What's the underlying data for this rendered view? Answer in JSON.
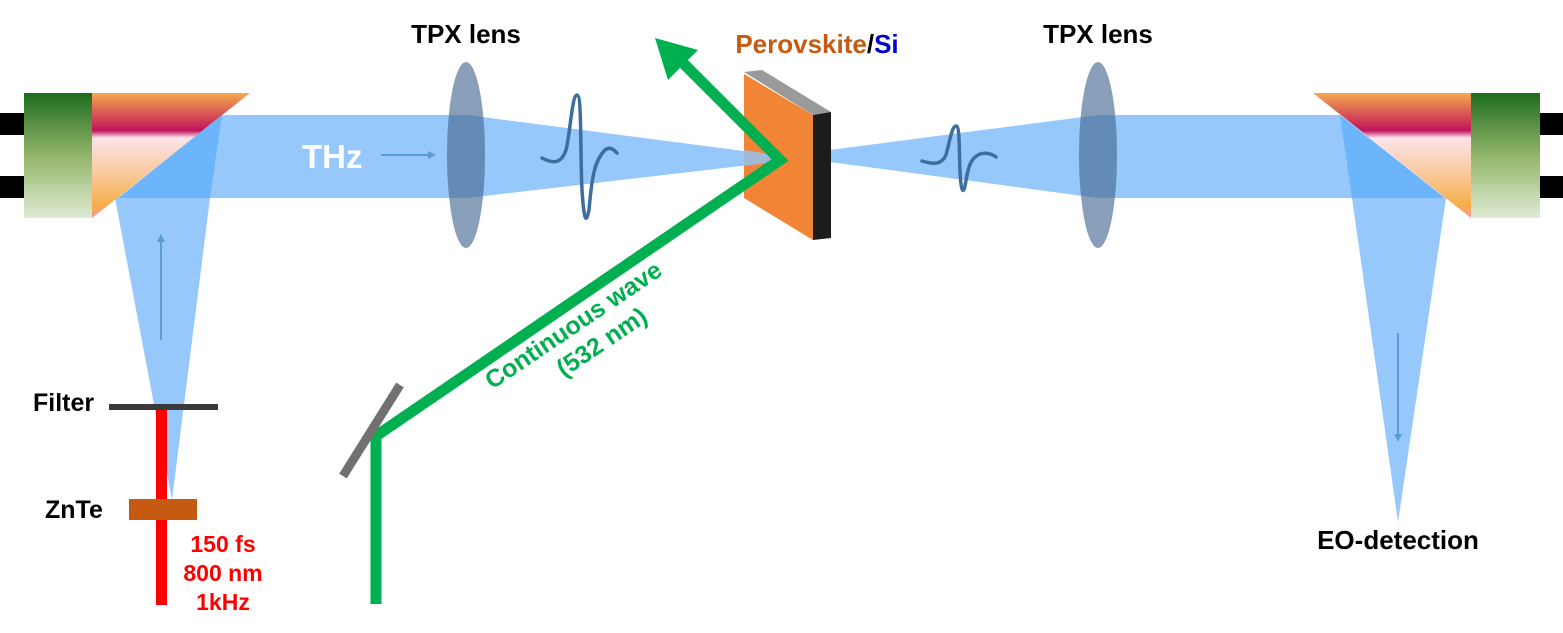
{
  "labels": {
    "tpx_lens_left": "TPX lens",
    "tpx_lens_right": "TPX lens",
    "sample_part1": "Perovskite",
    "sample_sep": "/",
    "sample_part2": "Si",
    "thz": "THz",
    "filter": "Filter",
    "znte": "ZnTe",
    "pulse_duration": "150 fs",
    "wavelength": "800 nm",
    "rep_rate": "1kHz",
    "cw_line1": "Continuous wave",
    "cw_line2": "(532 nm)",
    "eo_detection": "EO-detection"
  },
  "colors": {
    "thz_beam": "#90c5fb",
    "lens": "#7f94ae",
    "pump_beam": "#00b050",
    "laser": "#ff0000",
    "perovskite": "#f28535",
    "perovskite_text": "#c55a11",
    "si_text": "#0000cc",
    "znte": "#c55a11",
    "waveform": "#3d6e9c",
    "mirror_holder": "#4c8a3c"
  }
}
